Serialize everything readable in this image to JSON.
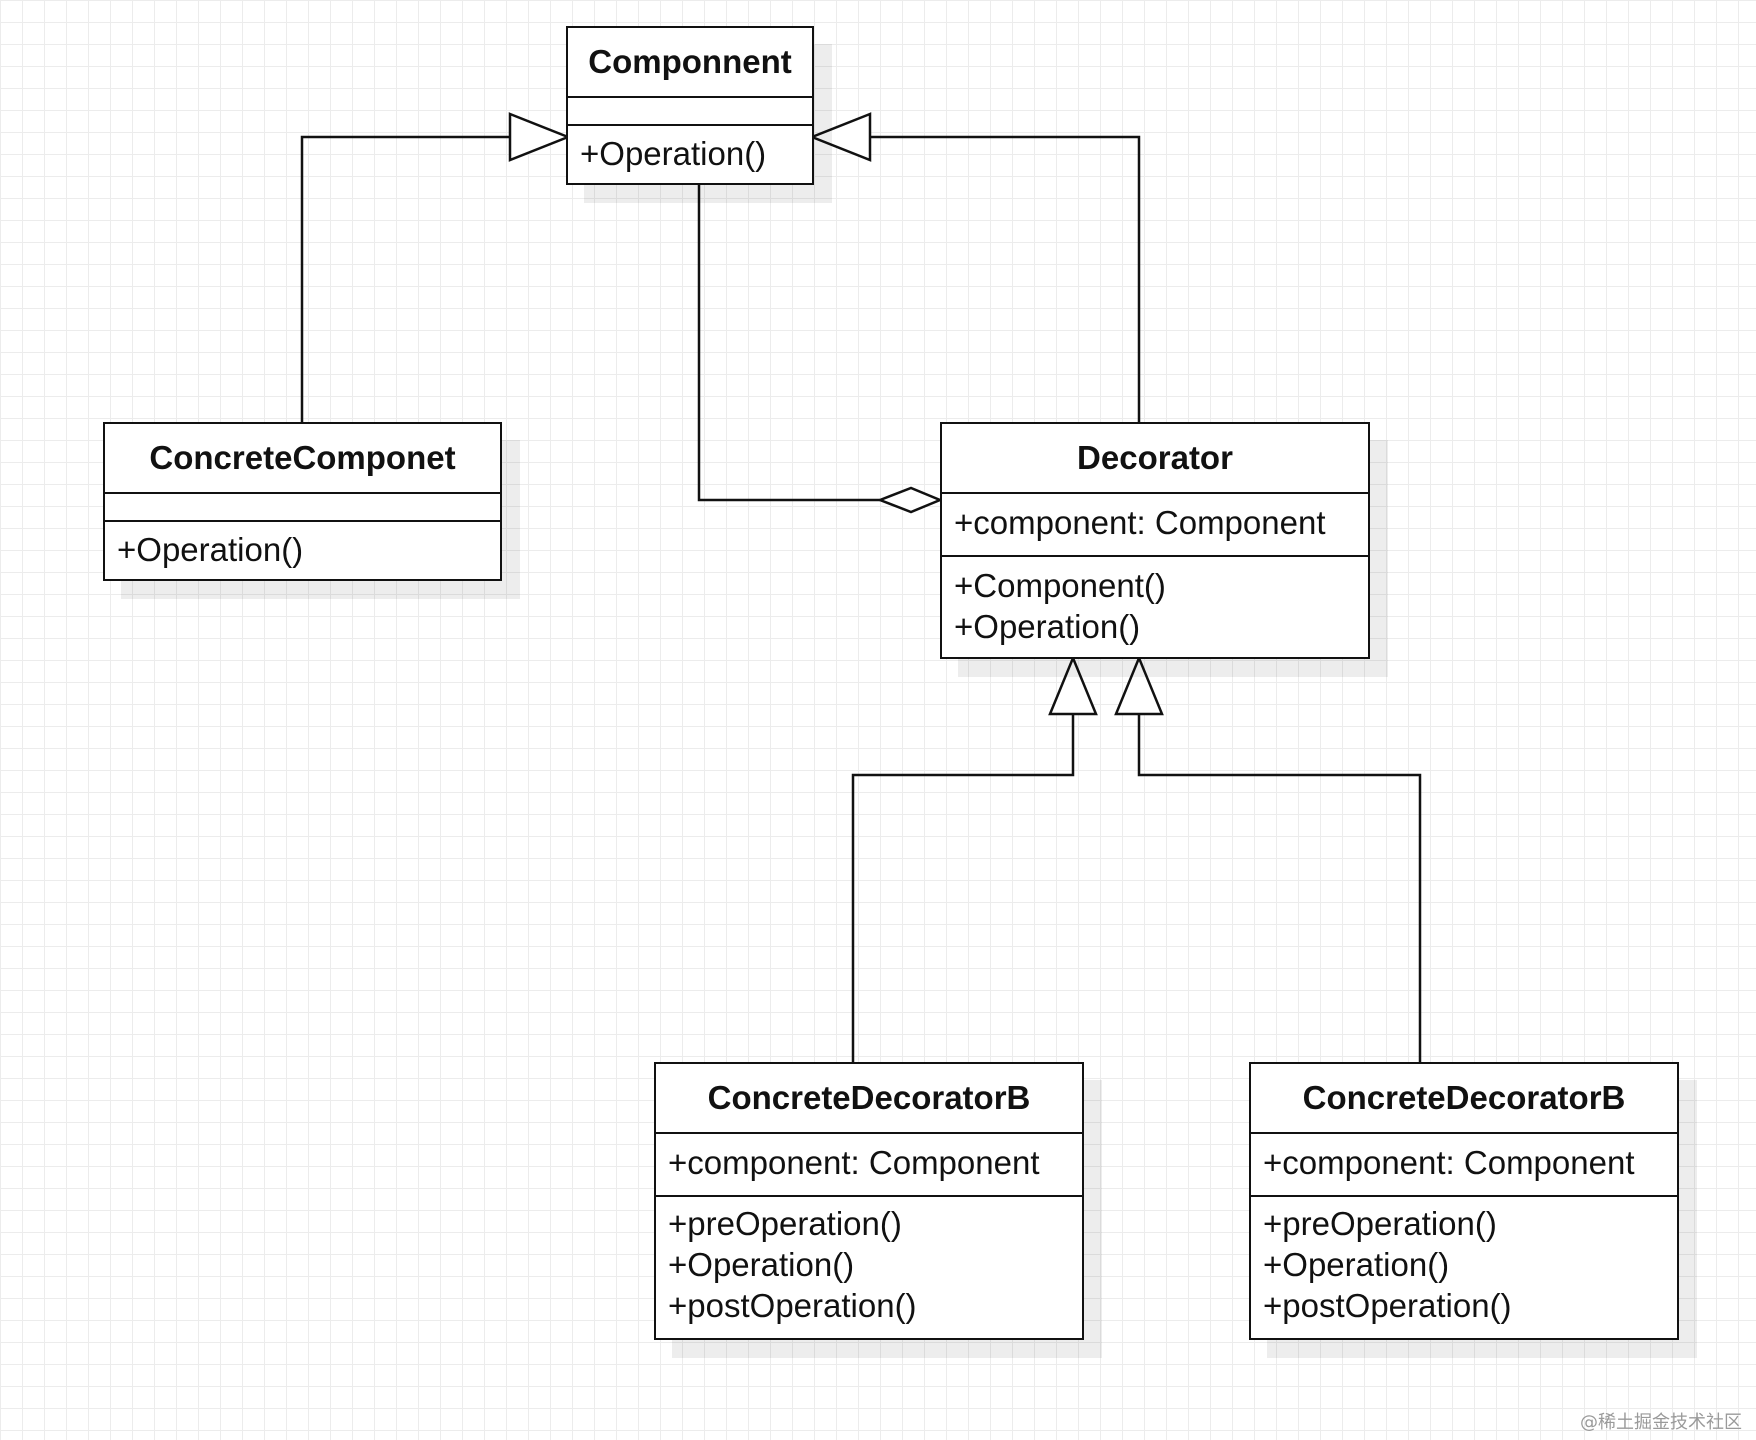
{
  "diagram": {
    "classes": {
      "component": {
        "name": "Componnent",
        "attributes": [],
        "methods": [
          "+Operation()"
        ]
      },
      "concrete_component": {
        "name": "ConcreteComponet",
        "attributes": [],
        "methods": [
          "+Operation()"
        ]
      },
      "decorator": {
        "name": "Decorator",
        "attributes": [
          "+component: Component"
        ],
        "methods": [
          "+Component()",
          "+Operation()"
        ]
      },
      "concrete_decorator_left": {
        "name": "ConcreteDecoratorB",
        "attributes": [
          "+component: Component"
        ],
        "methods": [
          "+preOperation()",
          "+Operation()",
          "+postOperation()"
        ]
      },
      "concrete_decorator_right": {
        "name": "ConcreteDecoratorB",
        "attributes": [
          "+component: Component"
        ],
        "methods": [
          "+preOperation()",
          "+Operation()",
          "+postOperation()"
        ]
      }
    },
    "relationships": [
      {
        "type": "generalization",
        "from": "concrete_component",
        "to": "component"
      },
      {
        "type": "generalization",
        "from": "decorator",
        "to": "component"
      },
      {
        "type": "aggregation",
        "whole": "decorator",
        "part": "component"
      },
      {
        "type": "generalization",
        "from": "concrete_decorator_left",
        "to": "decorator"
      },
      {
        "type": "generalization",
        "from": "concrete_decorator_right",
        "to": "decorator"
      }
    ]
  },
  "watermark": "@稀土掘金技术社区"
}
